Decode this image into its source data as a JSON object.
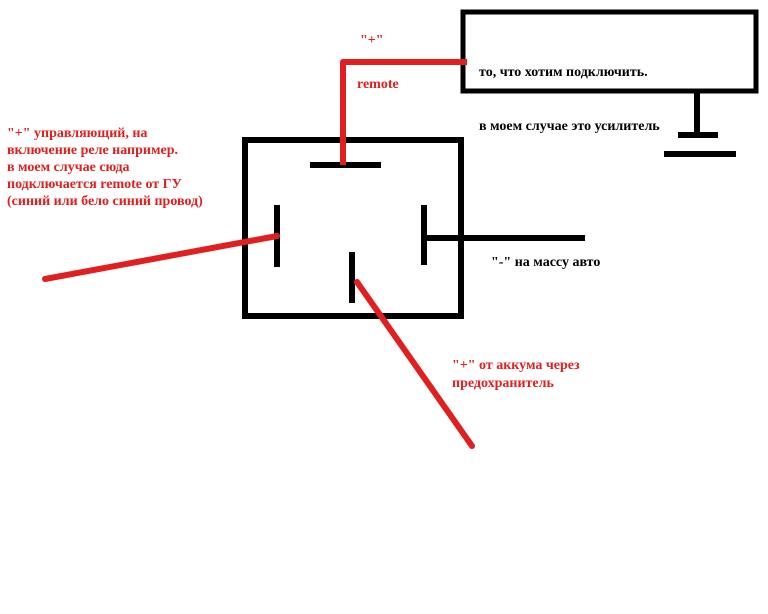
{
  "labels": {
    "amplifier_line1": "то, что хотим подключить.",
    "amplifier_line2": "в моем случае это усилитель",
    "remote_plus": "\"+\"",
    "remote": "remote",
    "control_text": "\"+\" управляющий, на\nвключение реле например.\nв моем случае сюда\nподключается remote от ГУ\n(синий или бело синий провод)",
    "ground_text": "\"-\" на массу авто",
    "battery_text": "\"+\" от аккума через\nпредохранитель"
  },
  "colors": {
    "wire": "#e02020",
    "outline": "#000000",
    "background": "#ffffff"
  }
}
